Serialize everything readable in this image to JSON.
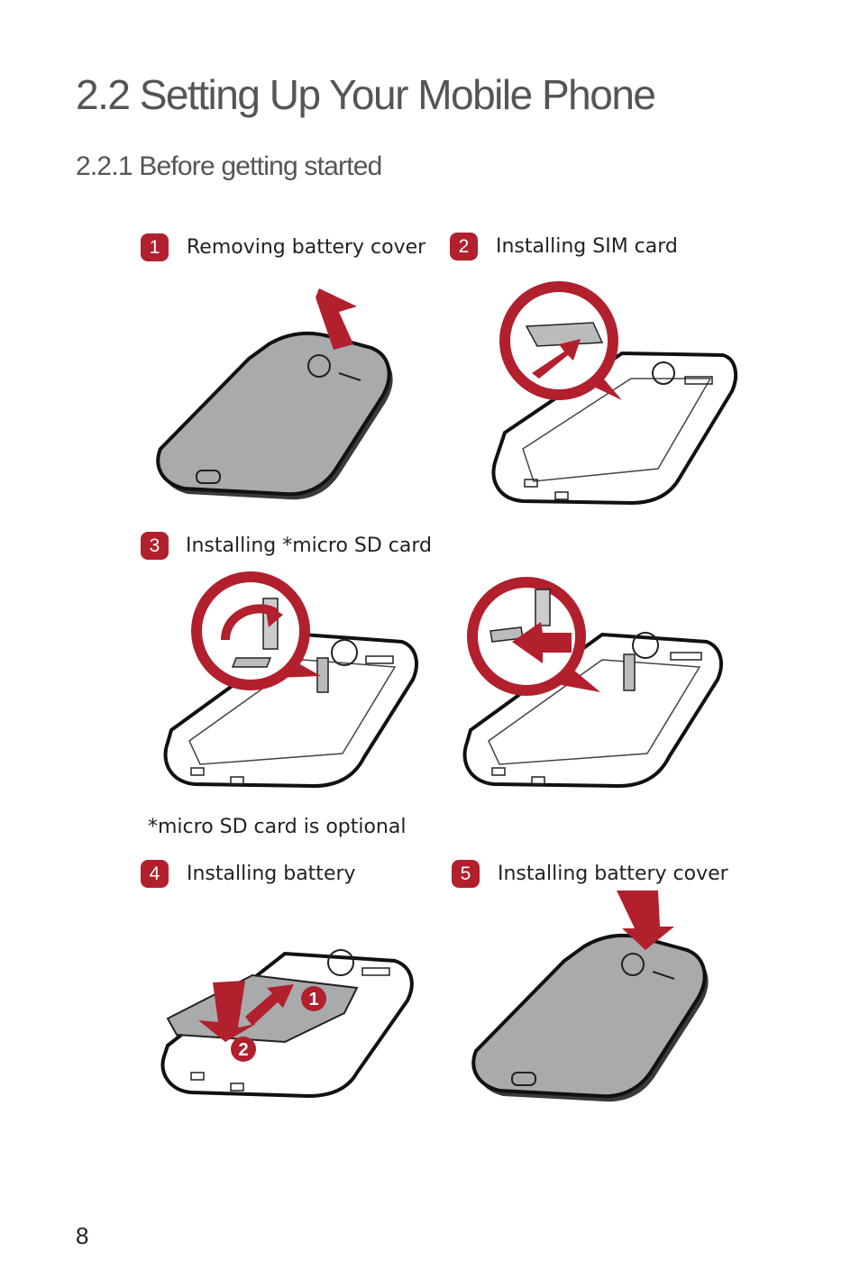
{
  "heading": "2.2  Setting Up Your Mobile Phone",
  "subheading": "2.2.1   Before getting started",
  "steps": [
    {
      "number": "1",
      "label": "Removing battery cover"
    },
    {
      "number": "2",
      "label": "Installing SIM card"
    },
    {
      "number": "3",
      "label": "Installing *micro SD card"
    },
    {
      "number": "4",
      "label": "Installing battery"
    },
    {
      "number": "5",
      "label": "Installing battery cover"
    }
  ],
  "note": "*micro SD card is optional",
  "battery_arrow_labels": [
    "1",
    "2"
  ],
  "page_number": "8",
  "colors": {
    "accent": "#b21f2d",
    "cover": "#a9aaac",
    "text_heading": "#555555"
  }
}
